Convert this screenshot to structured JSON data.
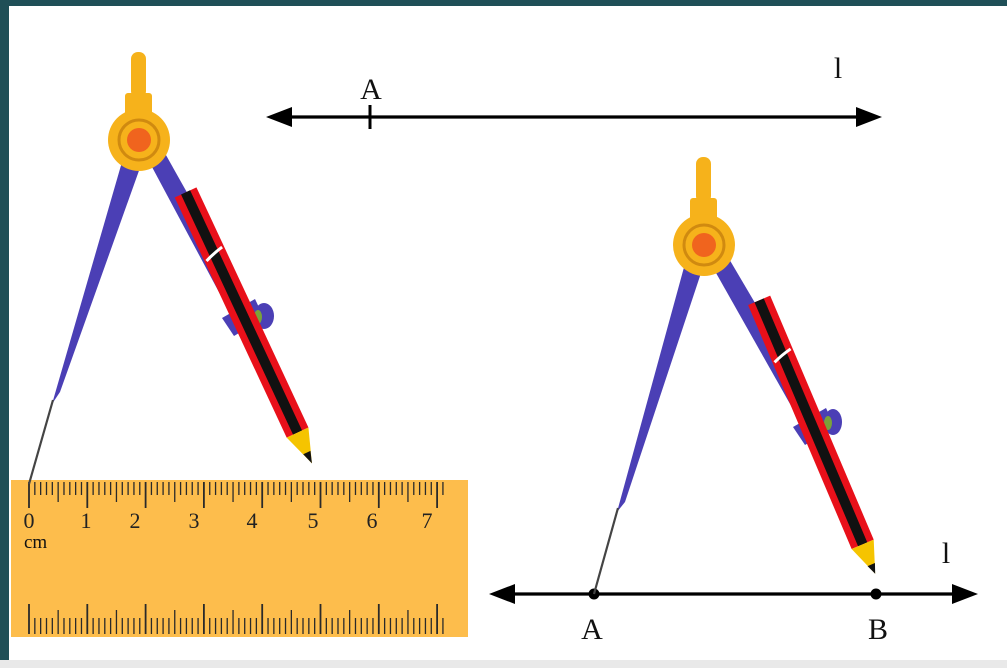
{
  "top_line": {
    "point_label": "A",
    "line_label": "l"
  },
  "bottom_line": {
    "point_a_label": "A",
    "point_b_label": "B",
    "line_label": "l"
  },
  "ruler": {
    "unit_label": "cm",
    "numbers": [
      "0",
      "1",
      "2",
      "3",
      "4",
      "5",
      "6",
      "7"
    ],
    "fill_color": "#fdbd4c",
    "max_cm": 7
  },
  "colors": {
    "compass_leg": "#4b3fb5",
    "hinge_outer": "#f6b21b",
    "hinge_inner": "#f0641e",
    "pencil_red": "#e8101a",
    "pencil_core": "#111111",
    "pencil_tip": "#f5c400",
    "line": "#000000"
  },
  "icons": [
    "compass-icon",
    "pencil-icon",
    "ruler-icon"
  ]
}
